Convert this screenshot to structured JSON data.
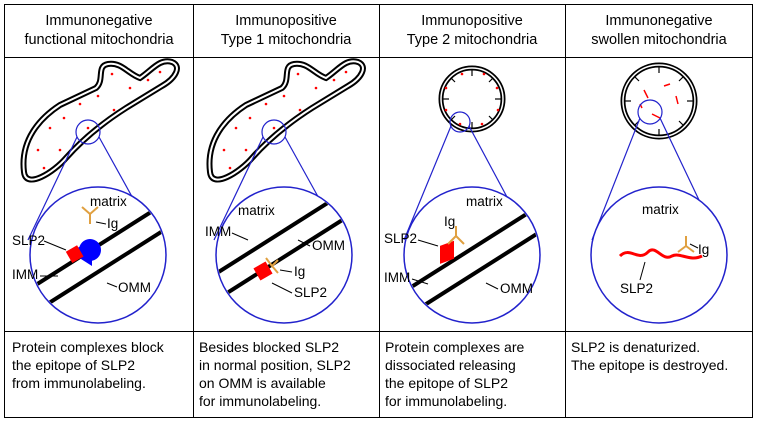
{
  "panels": [
    {
      "header": [
        "Immunonegative",
        "functional mitochondria"
      ],
      "labels": {
        "matrix": "matrix",
        "ig": "Ig",
        "slp2": "SLP2",
        "imm": "IMM",
        "omm": "OMM"
      },
      "caption": [
        "Protein complexes block",
        "the epitope of SLP2",
        "from immunolabeling."
      ]
    },
    {
      "header": [
        "Immunopositive",
        "Type 1 mitochondria"
      ],
      "labels": {
        "matrix": "matrix",
        "imm": "IMM",
        "omm": "OMM",
        "ig": "Ig",
        "slp2": "SLP2"
      },
      "caption": [
        "Besides blocked SLP2",
        "in normal position, SLP2",
        "on OMM is available",
        "for immunolabeling."
      ]
    },
    {
      "header": [
        "Immunopositive",
        "Type 2 mitochondria"
      ],
      "labels": {
        "matrix": "matrix",
        "ig": "Ig",
        "slp2": "SLP2",
        "imm": "IMM",
        "omm": "OMM"
      },
      "caption": [
        "Protein complexes are",
        "dissociated releasing",
        "the epitope of SLP2",
        "for immunolabeling."
      ]
    },
    {
      "header": [
        "Immunonegative",
        "swollen mitochondria"
      ],
      "labels": {
        "matrix": "matrix",
        "ig": "Ig",
        "slp2": "SLP2"
      },
      "caption": [
        "SLP2 is denaturized.",
        "The epitope is destroyed."
      ]
    }
  ],
  "colors": {
    "slp2": "#ff0000",
    "complex": "#0000ff",
    "zoom": "#2222cc",
    "antibody": "#e0a040"
  }
}
